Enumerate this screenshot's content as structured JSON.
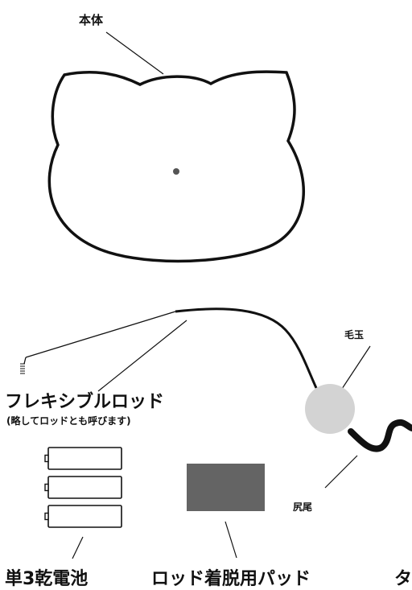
{
  "labels": {
    "body": "本体",
    "rod": "フレキシブルロッド",
    "rod_note": "(略してロッドとも呼びます)",
    "pompom": "毛玉",
    "tail": "尻尾",
    "battery": "単3乾電池",
    "pad": "ロッド着脱用パッド",
    "cut_off": "タ"
  },
  "colors": {
    "line": "#111111",
    "pompom": "#d3d3d3",
    "pad": "#646464",
    "center_dot": "#555555"
  },
  "battery_count": 3
}
